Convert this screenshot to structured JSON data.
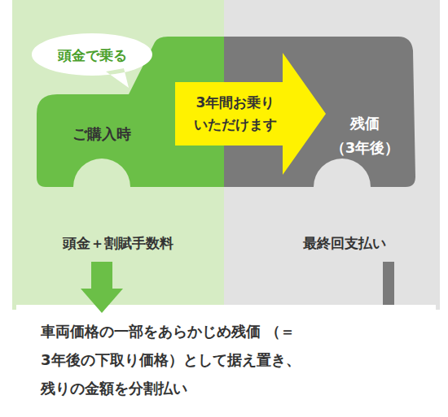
{
  "diagram": {
    "nodes": [
      {
        "text": [
          "頭金＋割賦手数料"
        ]
      },
      {
        "text": [
          "頭金で乗る"
        ],
        "in": 0
      },
      {
        "text": [
          "ご購入時"
        ],
        "in": 0
      },
      {
        "text": [
          "3年間お乗り いただけます"
        ]
      },
      {
        "text": [
          "最終回支払い"
        ]
      },
      {
        "text": [
          "残価 （3年後）"
        ],
        "in": 4
      },
      {
        "text": [
          "車両価格の一部をあらかじめ残価 （＝3年後の下取り価格）として据え置き、 残りの金額を分割払い"
        ]
      }
    ],
    "edges": [
      {
        "from": 0,
        "to": 6,
        "arrow": "to"
      },
      {
        "from": 4,
        "to": 6,
        "arrow": "none"
      }
    ]
  }
}
